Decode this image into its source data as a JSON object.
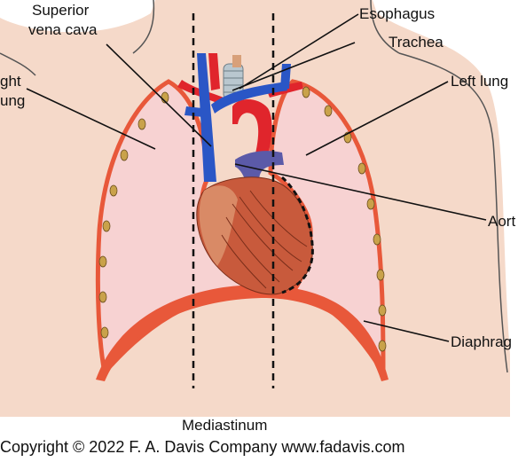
{
  "labels": {
    "superior_vena_cava": [
      "Superior",
      "vena cava"
    ],
    "esophagus": "Esophagus",
    "trachea": "Trachea",
    "right_lung": [
      "ght",
      "ung"
    ],
    "left_lung": "Left lung",
    "aorta": "Aort",
    "diaphragm": "Diaphrag",
    "mediastinum": "Mediastinum"
  },
  "copyright": "Copyright © 2022 F. A. Davis Company www.fadavis.com",
  "colors": {
    "skin": "#f5d9c9",
    "skin_outline": "#555555",
    "lung": "#f7d2d2",
    "pleura": "#e8583a",
    "rib_bead": "#c9a24a",
    "heart": "#c85a3c",
    "heart_light": "#d98a66",
    "vena": "#2a56c6",
    "aorta": "#e0252c",
    "pulmonary": "#5b5aa8",
    "trachea": "#b9c7cf"
  }
}
